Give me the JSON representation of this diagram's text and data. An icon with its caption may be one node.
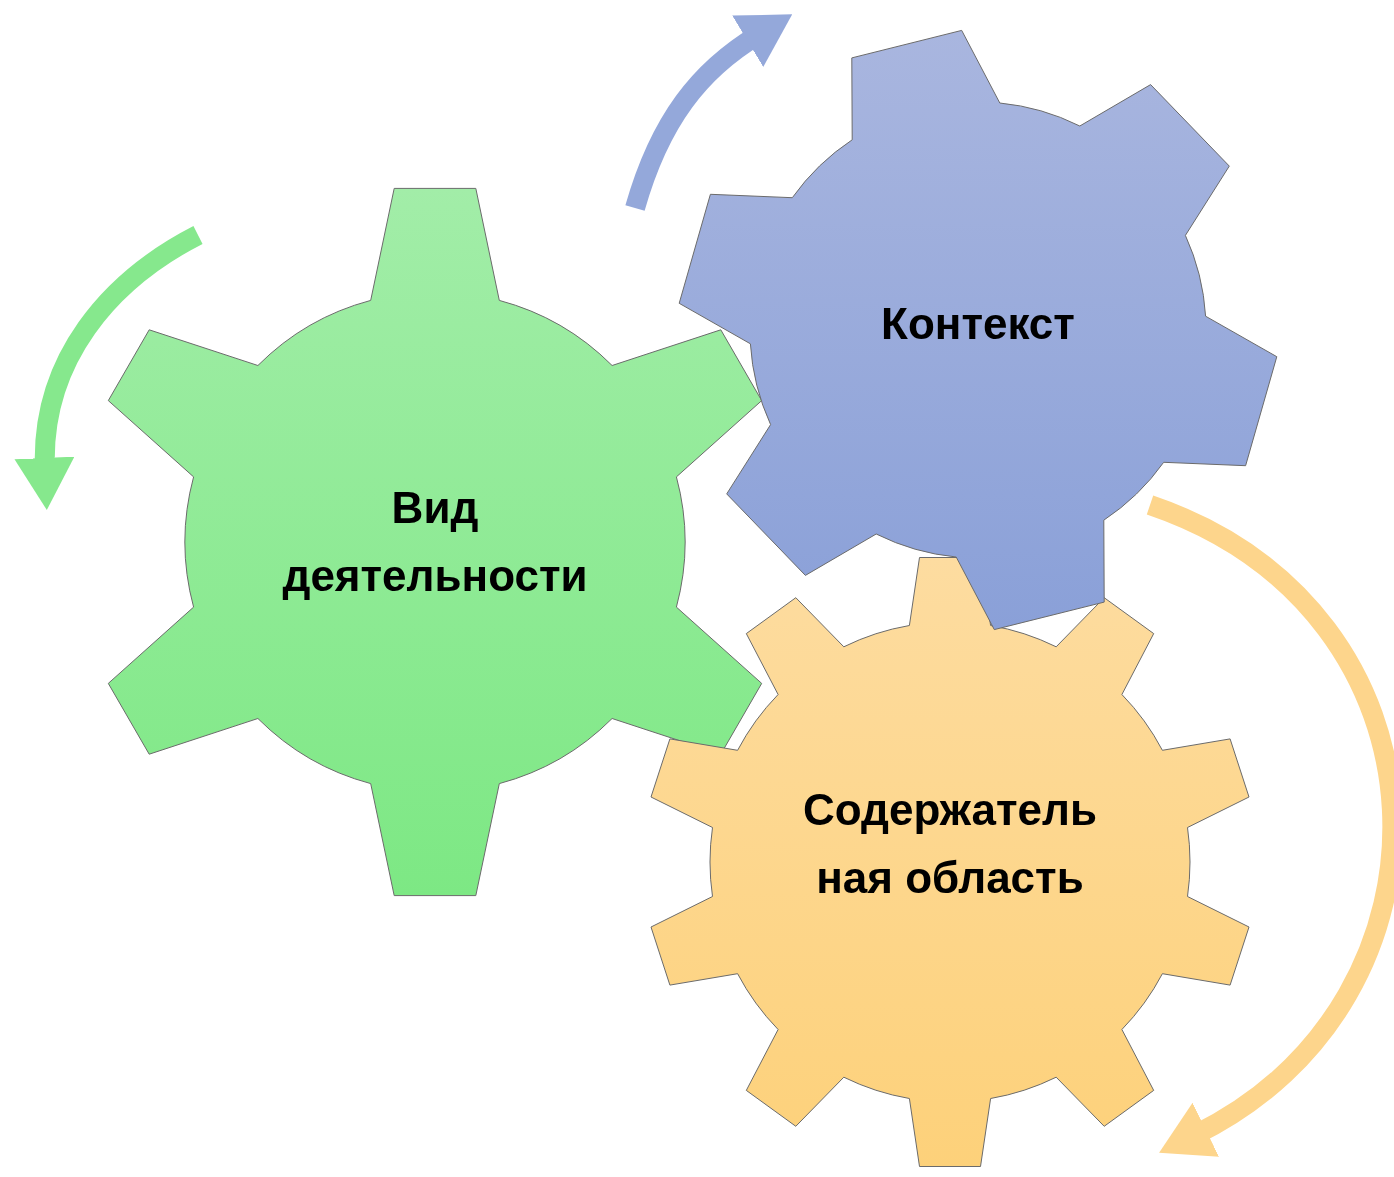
{
  "diagram": {
    "nodes": [
      {
        "text": [
          "Вид деятельности"
        ]
      },
      {
        "text": [
          "Контекст"
        ]
      },
      {
        "text": [
          "Содержатель ная область"
        ]
      }
    ]
  }
}
